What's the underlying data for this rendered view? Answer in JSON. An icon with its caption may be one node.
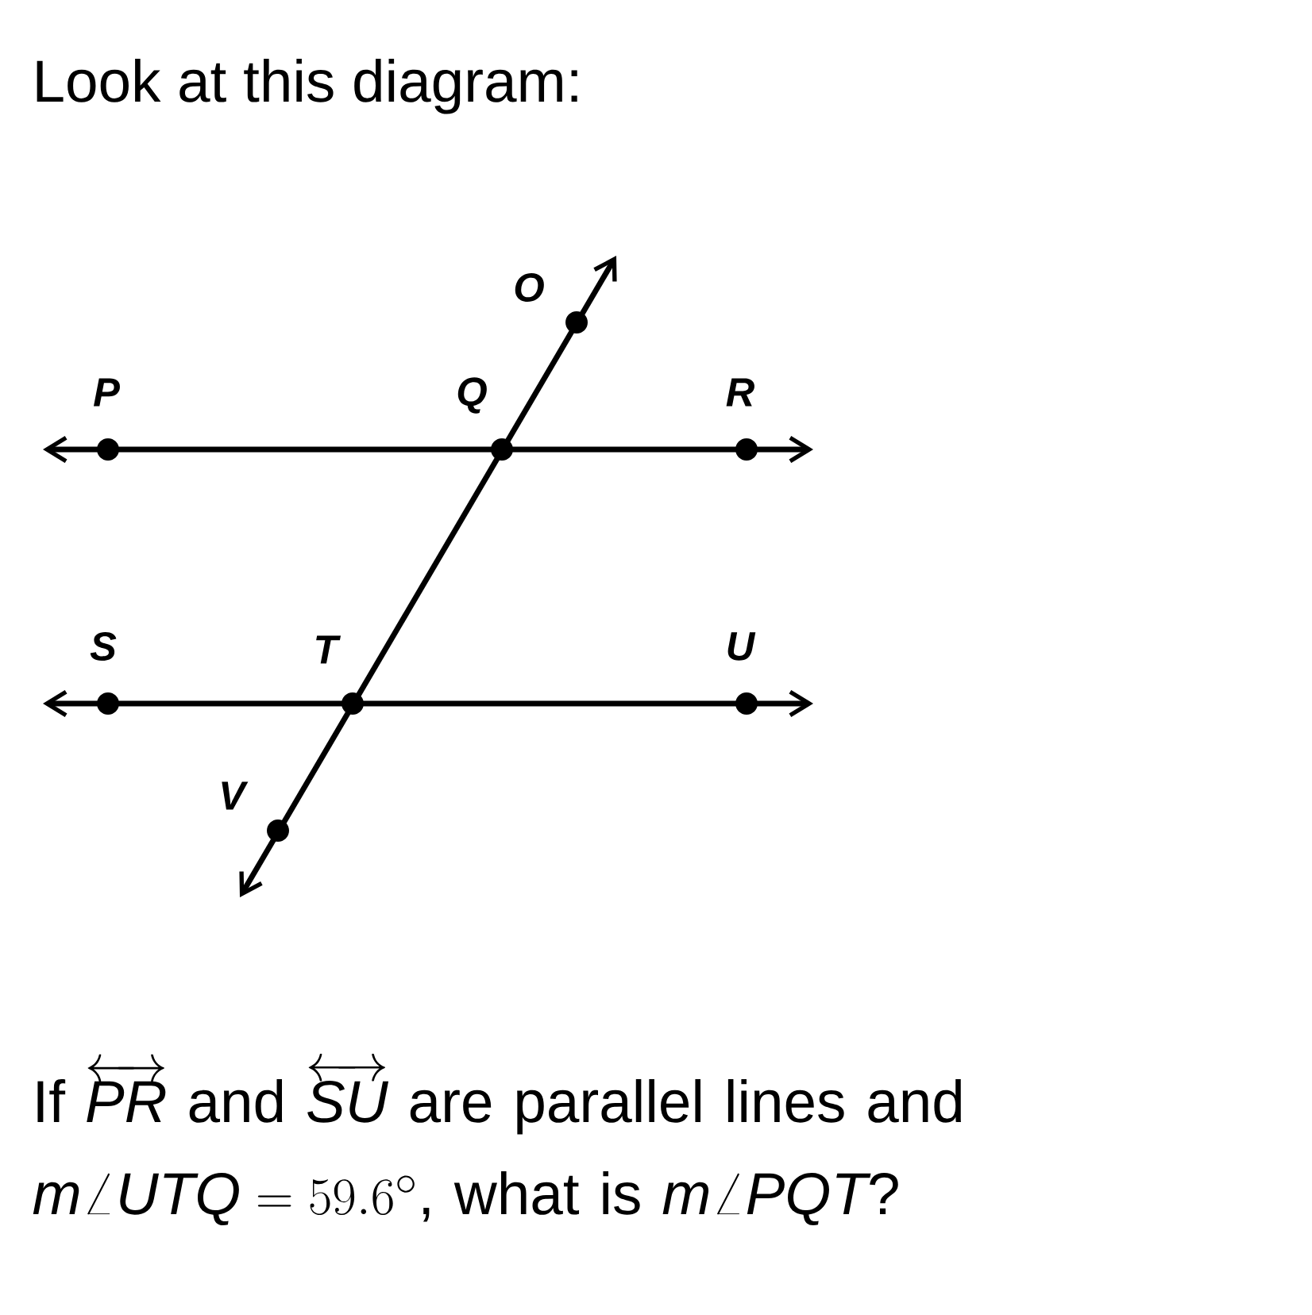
{
  "diagram": {
    "title": "Look at this diagram:",
    "caption": "\\text{If }\\overleftrightarrow{\\mathit{PR}}\\text{ and }\\overleftrightarrow{\\mathit{SU}}\\text{ are parallel lines and }\\allowbreak \\mathit{m}\\angle \\mathit{UTQ}=59.6^{\\circ}\\text{, what is }\\mathit{m}\\angle \\mathit{PQT}\\text{?}",
    "labels": [
      "O",
      "P",
      "Q",
      "R",
      "S",
      "T",
      "U",
      "V"
    ]
  }
}
